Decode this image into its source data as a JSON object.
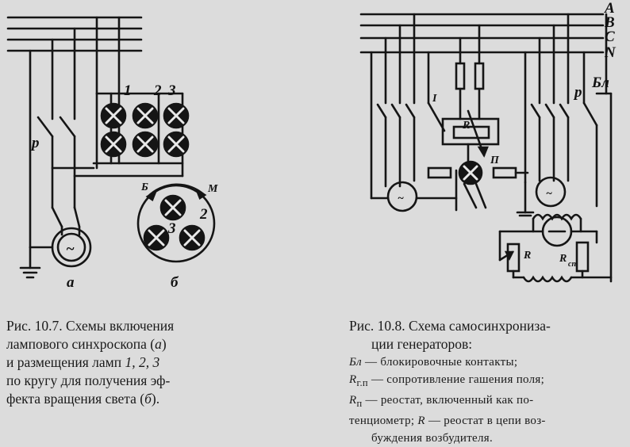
{
  "fig1": {
    "labels": {
      "p": "р",
      "a": "а",
      "b": "б",
      "lamp1": "1",
      "lamp2": "2",
      "lamp3": "3",
      "arc_b": "Б",
      "arc_m": "М",
      "gen": "~"
    },
    "caption": {
      "l1": "Рис. 10.7. Схемы включения",
      "l2a": "лампового синхроскопа (",
      "l2b": "а",
      "l2c": ")",
      "l3a": "и размещения ламп ",
      "l3b": "1, 2, 3",
      "l4": "по кругу для получения эф-",
      "l5a": "фекта вращения света (",
      "l5b": "б",
      "l5c": ")."
    }
  },
  "fig2": {
    "labels": {
      "A": "A",
      "B": "B",
      "C": "C",
      "N": "N",
      "one": "I",
      "p": "р",
      "bl": "Бл",
      "rg": "R",
      "lamp": "П",
      "r": "R",
      "rsp": "R",
      "rsp_sub": "сп",
      "gen": "~"
    },
    "caption": {
      "l1": "Рис. 10.8. Схема самосинхрониза-",
      "l2": "ции генераторов:",
      "leg1a": "Бл",
      "leg1b": " — блокировочные контакты;",
      "leg2a": "R",
      "leg2sub": "г.п",
      "leg2b": " — сопротивление гашения поля;",
      "leg3a": "R",
      "leg3sub": "п",
      "leg3b": " — реостат, включенный как по-",
      "leg4a": "тенциометр; ",
      "leg4b": "R",
      "leg4c": " — реостат в цепи воз-",
      "leg5": "буждения возбудителя."
    }
  }
}
